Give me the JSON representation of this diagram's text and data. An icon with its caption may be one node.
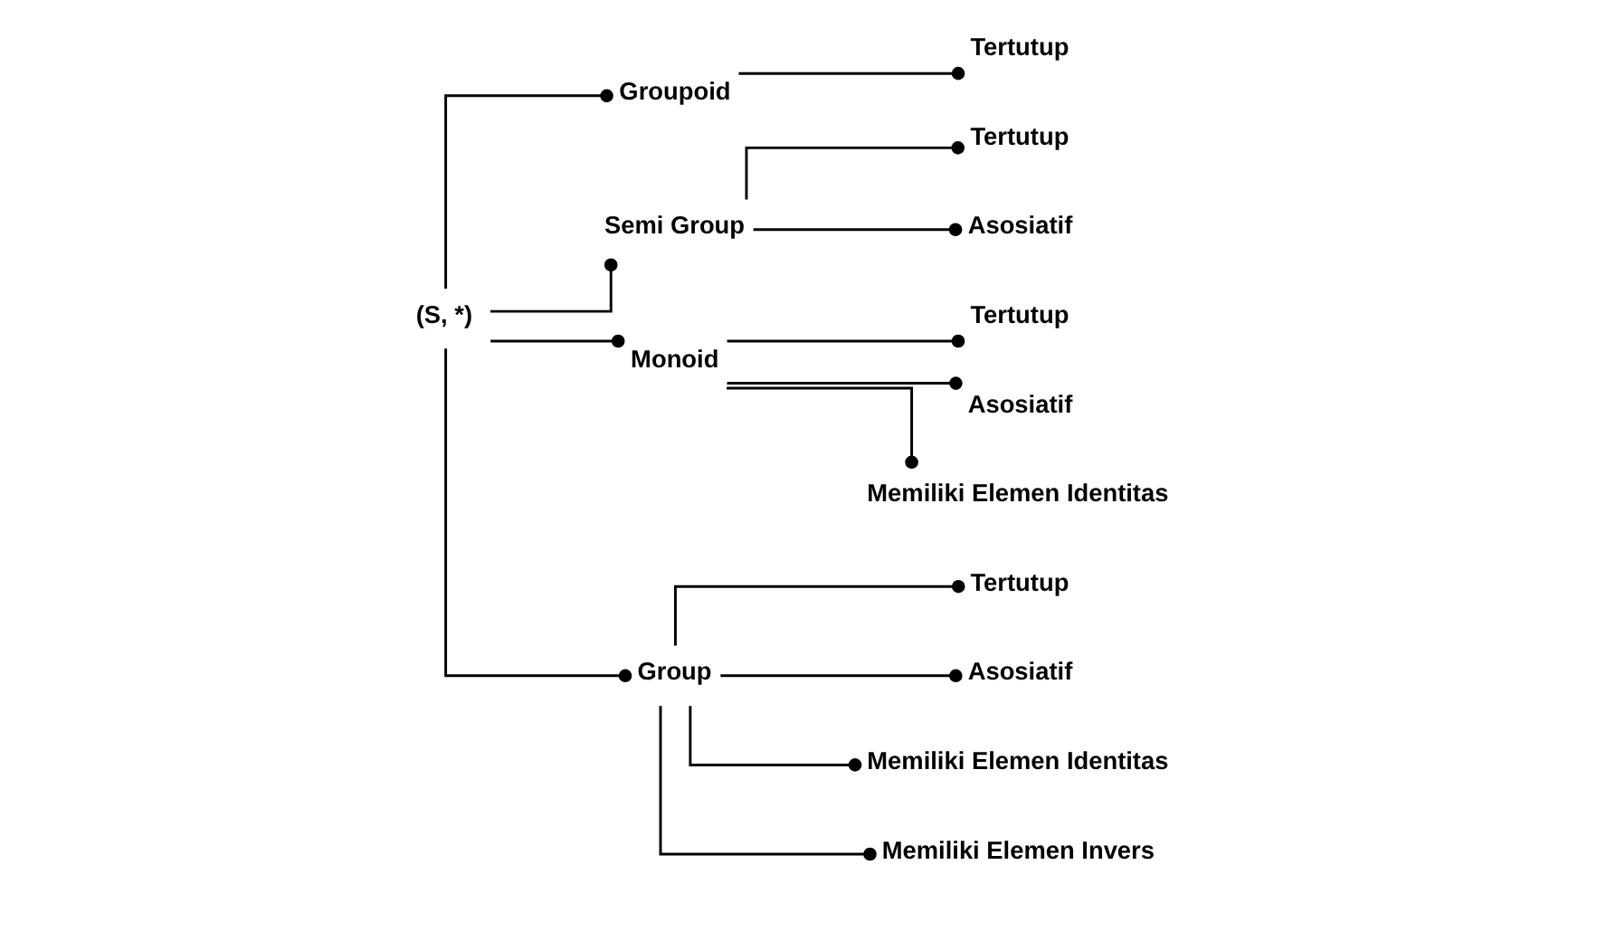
{
  "diagram": {
    "nodes": [
      {
        "text": [
          "(S, *)"
        ]
      },
      {
        "text": [
          "Groupoid"
        ]
      },
      {
        "text": [
          "Semi Group"
        ]
      },
      {
        "text": [
          "Monoid"
        ]
      },
      {
        "text": [
          "Group"
        ]
      },
      {
        "text": [
          "Tertutup"
        ]
      },
      {
        "text": [
          "Tertutup"
        ]
      },
      {
        "text": [
          "Asosiatif"
        ]
      },
      {
        "text": [
          "Tertutup"
        ]
      },
      {
        "text": [
          "Asosiatif"
        ]
      },
      {
        "text": [
          "Memiliki Elemen Identitas"
        ]
      },
      {
        "text": [
          "Tertutup"
        ]
      },
      {
        "text": [
          "Asosiatif"
        ]
      },
      {
        "text": [
          "Memiliki Elemen Identitas"
        ]
      },
      {
        "text": [
          "Memiliki Elemen Invers"
        ]
      }
    ],
    "edges": [
      {
        "from": 0,
        "to": 1,
        "arrow": "other"
      },
      {
        "from": 0,
        "to": 2,
        "arrow": "other"
      },
      {
        "from": 0,
        "to": 3,
        "arrow": "other"
      },
      {
        "from": 0,
        "to": 4,
        "arrow": "other"
      },
      {
        "from": 1,
        "to": 5,
        "arrow": "other"
      },
      {
        "from": 2,
        "to": 6,
        "arrow": "other"
      },
      {
        "from": 2,
        "to": 7,
        "arrow": "other"
      },
      {
        "from": 3,
        "to": 8,
        "arrow": "other"
      },
      {
        "from": 3,
        "to": 9,
        "arrow": "other"
      },
      {
        "from": 3,
        "to": 10,
        "arrow": "other"
      },
      {
        "from": 4,
        "to": 11,
        "arrow": "other"
      },
      {
        "from": 4,
        "to": 12,
        "arrow": "other"
      },
      {
        "from": 4,
        "to": 13,
        "arrow": "other"
      },
      {
        "from": 4,
        "to": 14,
        "arrow": "other"
      }
    ]
  }
}
